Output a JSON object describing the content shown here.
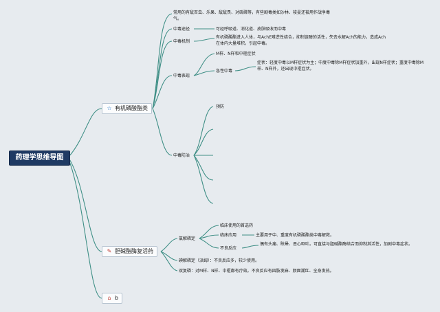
{
  "root": "药理学思维导图",
  "branches": {
    "organophosphate": {
      "label": "有机磷酸酯类",
      "icon": "star-icon",
      "items": {
        "intro": "常用的有敌百虫、乐果、敌敌畏、对硫磷等，有些剧毒类如沙林、梭曼还被用作战争毒气。",
        "route": "中毒途径",
        "route_desc": "可经呼吸道、消化道、皮肤吸收而中毒",
        "mechanism": "中毒机制",
        "mechanism_desc": "有机磷酸酯进入人体，与AchE难逆性结合，抑制该酶的活性，失去水解Ach的能力，造成Ach在体内大量堆积，引起中毒。",
        "symptoms": "中毒表现",
        "symptoms_types": "M样、N样和中枢症状",
        "acute": "急性中毒",
        "acute_desc": "症状：轻度中毒以M样症状为主；中度中毒除M样症状加重外，出现N样症状；重度中毒除M样、N样外，还出现中枢症状。",
        "prevention": "中毒防治",
        "prevent": "预防"
      }
    },
    "reactivator": {
      "label": "胆碱酯酶复活药",
      "icon": "medicine-icon",
      "items": {
        "pam": "氯解磷定",
        "pam_first": "临床使用的首选药",
        "clinical": "临床应用",
        "clinical_desc": "主要用于中、重度有机磷酸酯类中毒解救。",
        "adverse": "不良反应",
        "adverse_desc": "偶有头痛、眩晕、恶心呕吐。可直接与胆碱酯酶结合而抑制其活性，加剧中毒症状。",
        "iodide": "碘解磷定（派姆）：不良反应多，较少使用。",
        "obidoxime": "双复磷：对M样、N样、中枢都有疗效。不良反应有四肢发麻、颜面潮红、全身发热。"
      }
    },
    "b": {
      "label": "b",
      "icon": "home-icon"
    }
  }
}
